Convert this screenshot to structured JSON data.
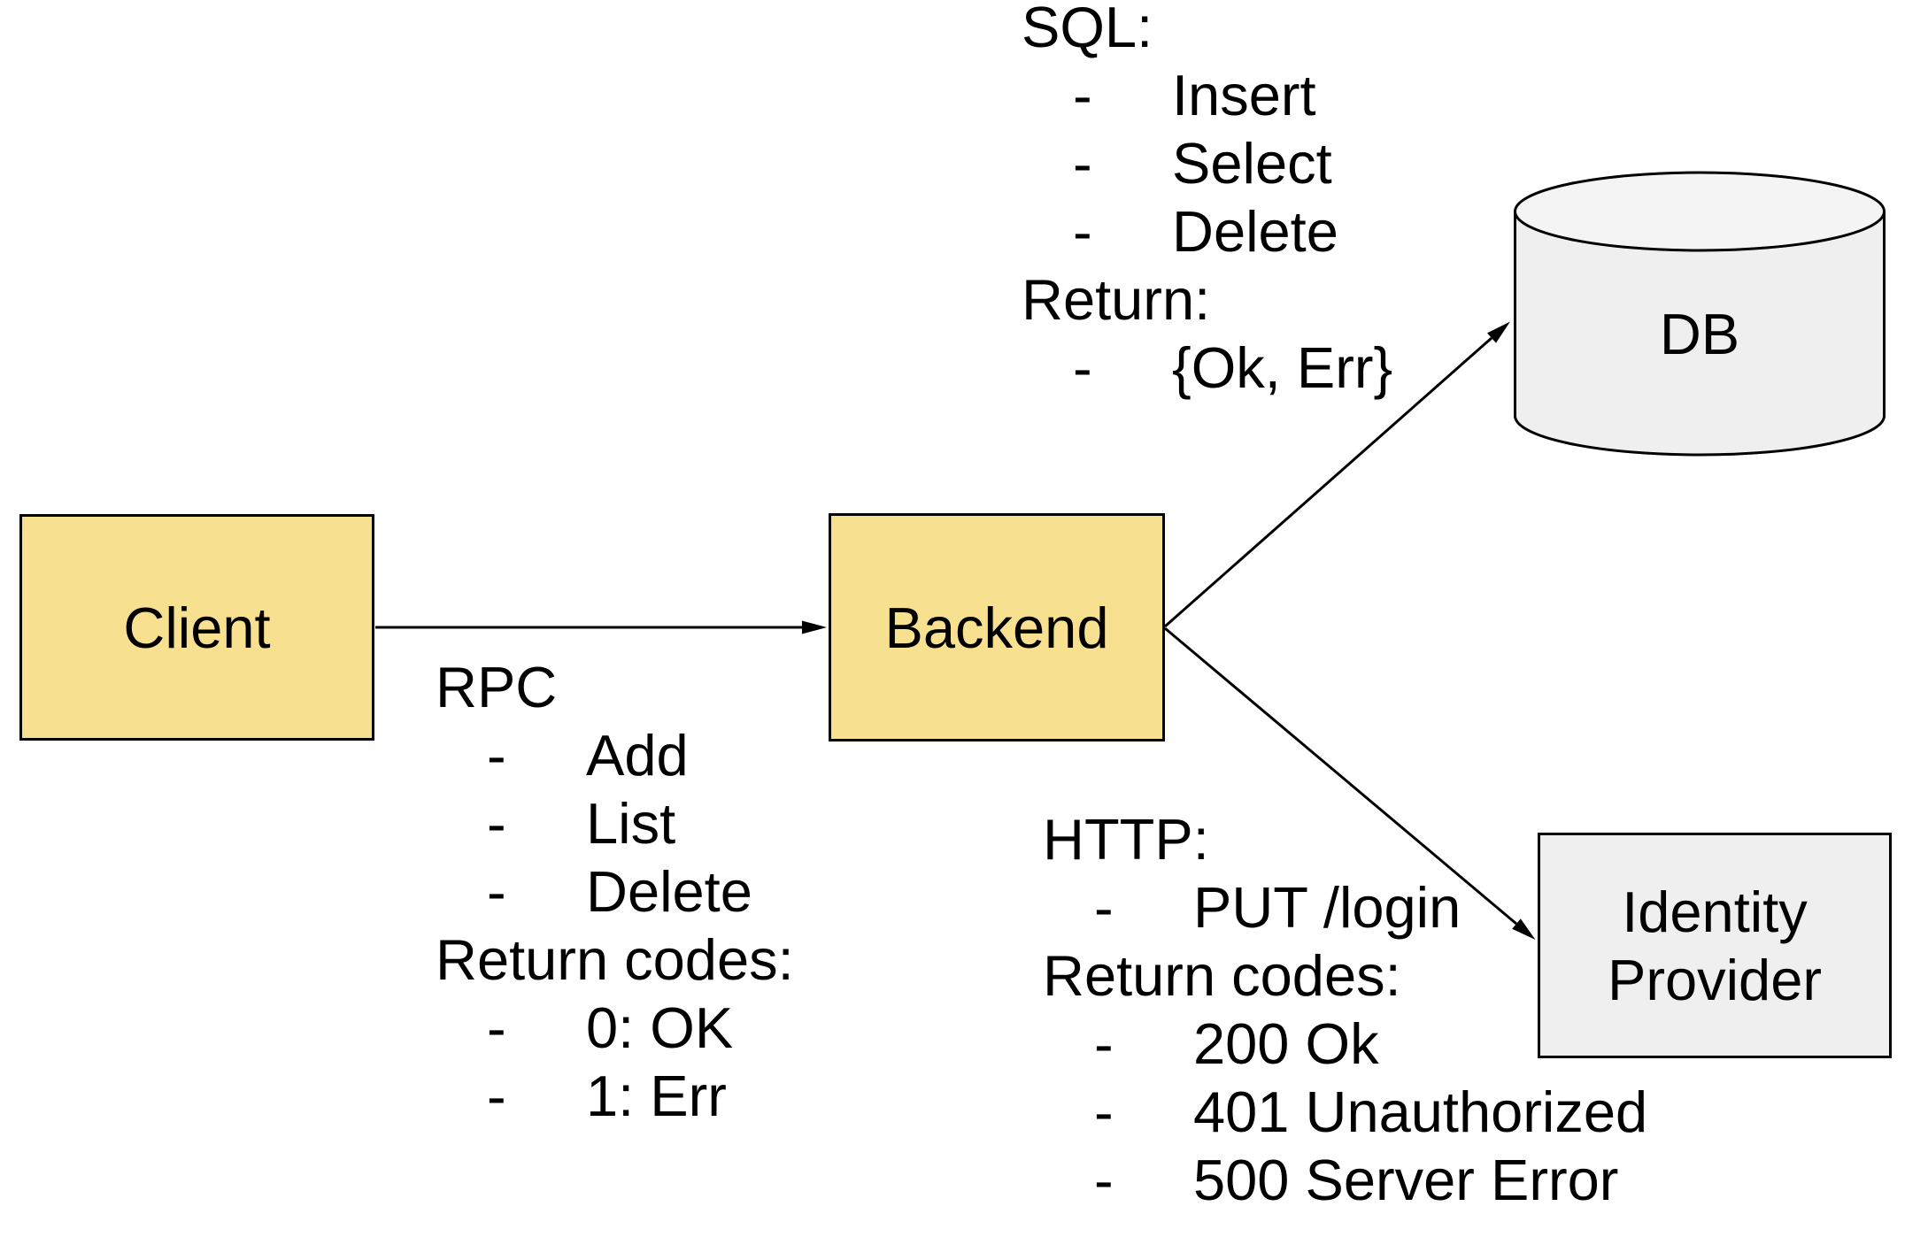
{
  "diagram": {
    "bullet_char": "-",
    "colors": {
      "background": "#FFFFFF",
      "node_fill_yellow": "#F7E08F",
      "node_fill_gray": "#EFEFEF",
      "cylinder_top_fill": "#F4F4F4",
      "border": "#000000",
      "text": "#000000"
    },
    "nodes": {
      "client": {
        "label": "Client"
      },
      "backend": {
        "label": "Backend"
      },
      "db": {
        "label": "DB"
      },
      "identity_provider": {
        "line1": "Identity",
        "line2": "Provider"
      }
    },
    "edge_labels": {
      "rpc": {
        "title": "RPC",
        "items1": [
          "Add",
          "List",
          "Delete"
        ],
        "subtitle": "Return codes:",
        "items2": [
          "0: OK",
          "1: Err"
        ]
      },
      "sql": {
        "title": "SQL:",
        "items1": [
          "Insert",
          "Select",
          "Delete"
        ],
        "subtitle": "Return:",
        "items2": [
          "{Ok, Err}"
        ]
      },
      "http": {
        "title": "HTTP:",
        "items1": [
          "PUT /login"
        ],
        "subtitle": "Return codes:",
        "items2": [
          "200 Ok",
          "401 Unauthorized",
          "500 Server Error"
        ]
      }
    }
  }
}
